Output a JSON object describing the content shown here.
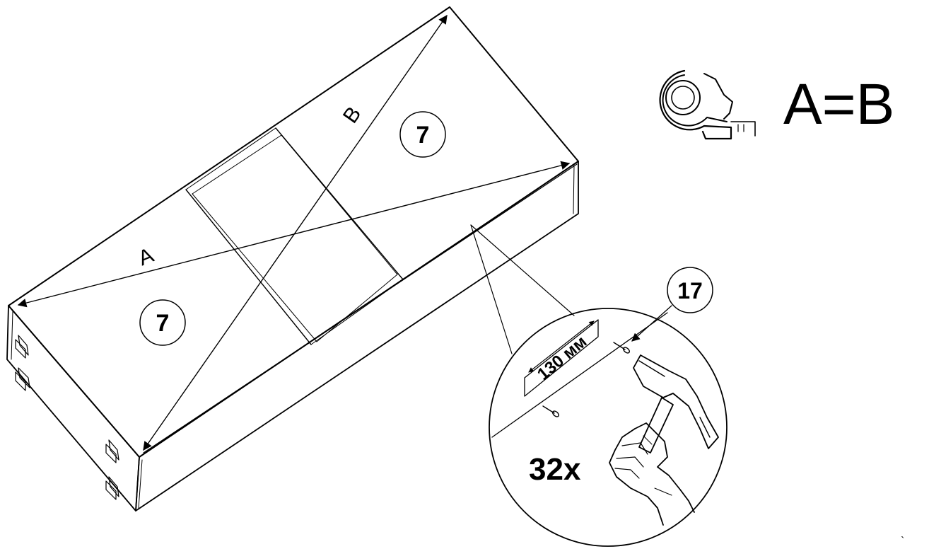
{
  "diagram": {
    "diagonal_a_label": "A",
    "diagonal_b_label": "B",
    "panel_callout_1": "7",
    "panel_callout_2": "7",
    "nail_callout": "17",
    "equation": "A=B",
    "dimension_label": "130 мм",
    "quantity": "32x",
    "stray_mark": "`"
  },
  "colors": {
    "line": "#000000",
    "background": "#ffffff"
  }
}
